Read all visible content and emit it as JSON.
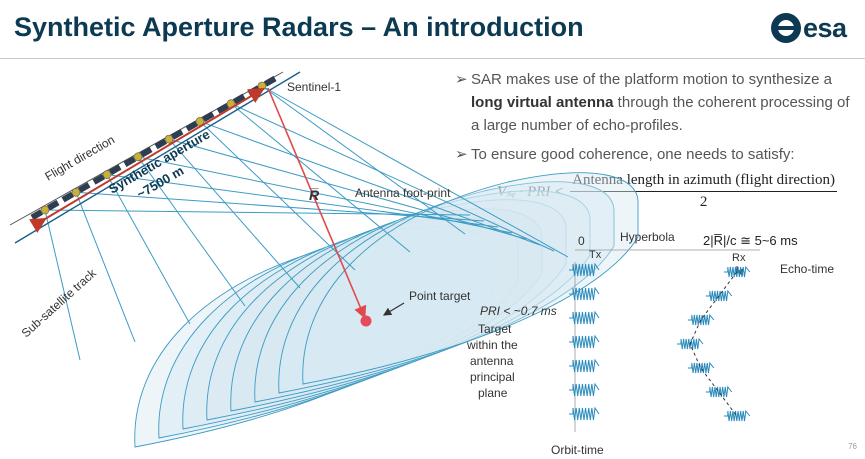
{
  "slide": {
    "title": "Synthetic Aperture Radars – An introduction",
    "logo_text": "esa",
    "page_number": "76"
  },
  "bullets": [
    {
      "pre": "SAR makes use of the platform motion to synthesize a ",
      "bold": "long virtual antenna",
      "post": " through the coherent processing of a large number of echo-profiles."
    },
    {
      "pre": "To ensure good coherence, one needs to satisfy:",
      "bold": "",
      "post": ""
    }
  ],
  "formula": {
    "lhs": "Vₛₑ · PRI <",
    "numerator": "Antenna length in azimuth (flight direction)",
    "denominator": "2"
  },
  "diagram": {
    "sentinel_label": "Sentinel-1",
    "flight_direction": "Flight direction",
    "synthetic_aperture_line1": "Synthetic aperture",
    "synthetic_aperture_line2": "~7500 m",
    "range_vector": "R̅",
    "footprint_label": "Antenna foot-print",
    "sub_satellite_track": "Sub-satellite track",
    "point_target": "Point target",
    "colors": {
      "beam_line": "#3d9bc4",
      "track_line": "#1a5f8a",
      "aperture_arrow": "#c0392b",
      "range_arrow": "#e04a4a",
      "target": "#e8495b",
      "footprint_fill": "#d7e9f2"
    }
  },
  "timing": {
    "zero_label": "0",
    "tx_label": "Tx",
    "hyperbola_label": "Hyperbola",
    "rx_formula": "2|R̅|/c ≅ 5~6 ms",
    "rx_label": "Rx",
    "echo_time": "Echo-time",
    "pri_label": "PRI < ~0.7 ms",
    "target_text_lines": [
      "Target",
      "within the",
      "antenna",
      "principal",
      "plane"
    ],
    "orbit_time": "Orbit-time"
  }
}
